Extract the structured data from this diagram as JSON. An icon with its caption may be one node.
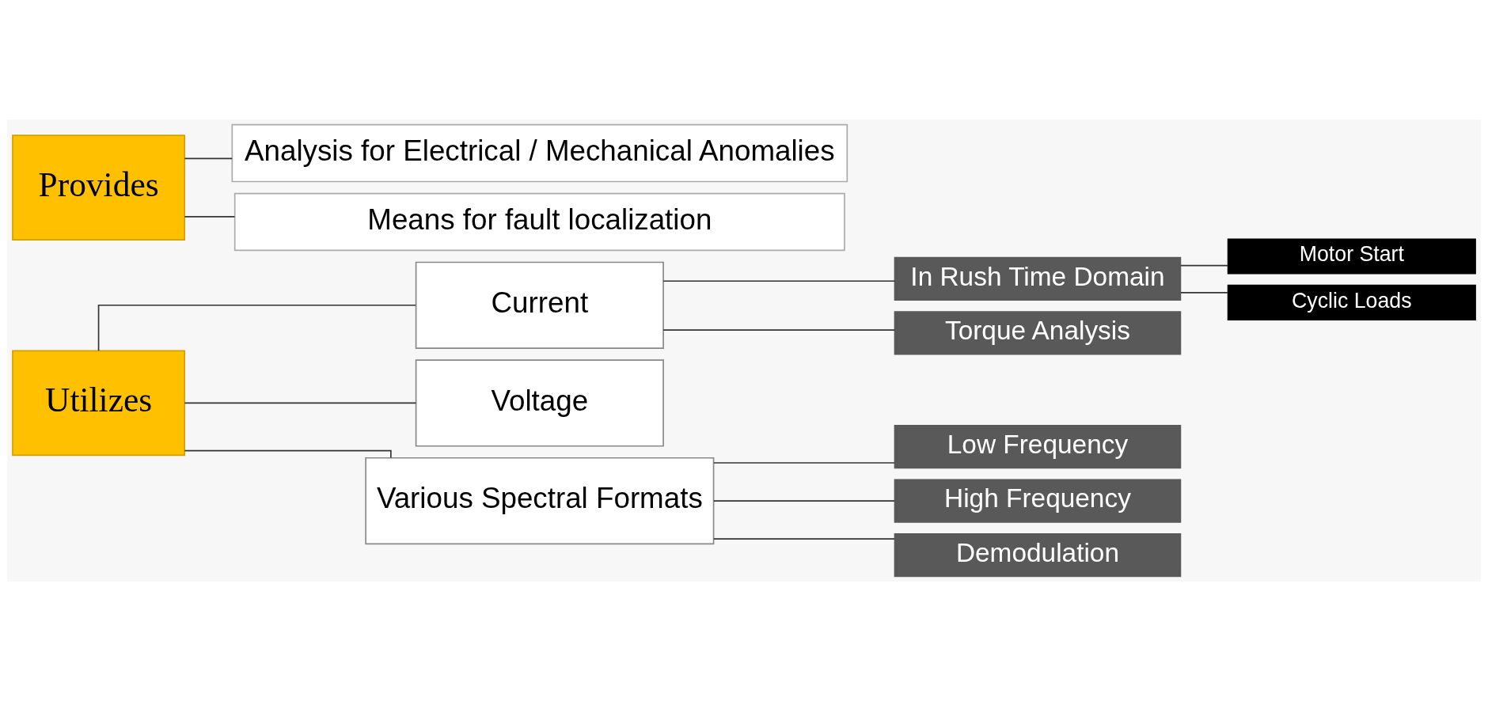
{
  "diagram": {
    "nodes": [
      {
        "text": [
          "Utilizes"
        ]
      },
      {
        "text": [
          "Current"
        ]
      },
      {
        "text": [
          "Voltage"
        ]
      },
      {
        "text": [
          "Various Spectral Formats"
        ]
      },
      {
        "text": [
          "In Rush Time Domain"
        ]
      },
      {
        "text": [
          "Torque Analysis"
        ]
      },
      {
        "text": [
          "Motor Start"
        ]
      },
      {
        "text": [
          "Cyclic Loads"
        ]
      },
      {
        "text": [
          "Low Frequency"
        ]
      },
      {
        "text": [
          "High Frequency"
        ]
      },
      {
        "text": [
          "Demodulation"
        ]
      },
      {
        "text": [
          "Provides"
        ]
      },
      {
        "text": [
          "Analysis for Electrical / Mechanical Anomalies"
        ]
      },
      {
        "text": [
          "Means for fault localization"
        ]
      }
    ],
    "edges": [
      {
        "from": 0,
        "to": 1,
        "arrow": "none"
      },
      {
        "from": 0,
        "to": 2,
        "arrow": "none"
      },
      {
        "from": 0,
        "to": 3,
        "arrow": "none"
      },
      {
        "from": 1,
        "to": 4,
        "arrow": "none"
      },
      {
        "from": 1,
        "to": 5,
        "arrow": "none"
      },
      {
        "from": 4,
        "to": 6,
        "arrow": "none"
      },
      {
        "from": 4,
        "to": 7,
        "arrow": "none"
      },
      {
        "from": 3,
        "to": 8,
        "arrow": "none"
      },
      {
        "from": 3,
        "to": 9,
        "arrow": "none"
      },
      {
        "from": 3,
        "to": 10,
        "arrow": "none"
      },
      {
        "from": 11,
        "to": 12,
        "arrow": "none"
      },
      {
        "from": 11,
        "to": 13,
        "arrow": "none"
      }
    ]
  }
}
